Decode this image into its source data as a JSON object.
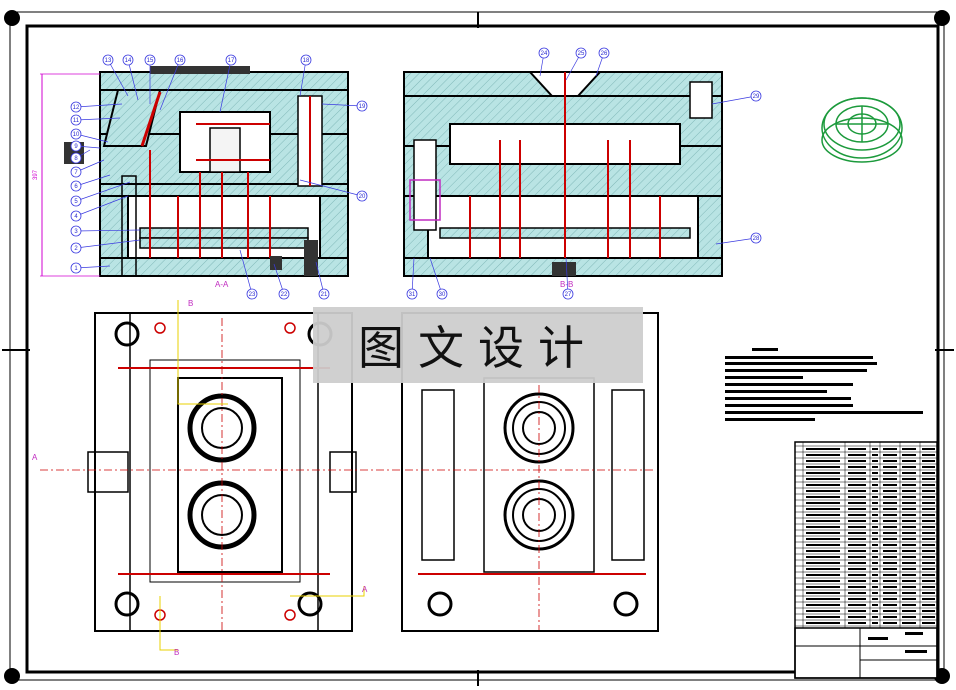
{
  "watermark": {
    "text": "图文设计"
  },
  "views": {
    "section_a": {
      "label": "A-A"
    },
    "section_b": {
      "label": "B-B"
    },
    "plan_markers": {
      "a": "A",
      "b": "B"
    }
  },
  "dimension": {
    "height_value": "397"
  },
  "part_callouts": {
    "left": [
      "1",
      "2",
      "3",
      "4",
      "5",
      "6",
      "7",
      "8",
      "9",
      "10",
      "11",
      "12",
      "13",
      "14",
      "15",
      "16",
      "17",
      "18",
      "19",
      "20",
      "21",
      "22",
      "23"
    ],
    "right": [
      "24",
      "25",
      "26",
      "27",
      "28",
      "29",
      "30",
      "31"
    ]
  },
  "colors": {
    "steel_fill": "#b9e4e4",
    "outline": "#000000",
    "pin_red": "#cc0000",
    "callout_blue": "#3a3ae0",
    "dimension_magenta": "#d000d0",
    "axis_yellow": "#e8d200",
    "part_green": "#1c9a3c"
  }
}
